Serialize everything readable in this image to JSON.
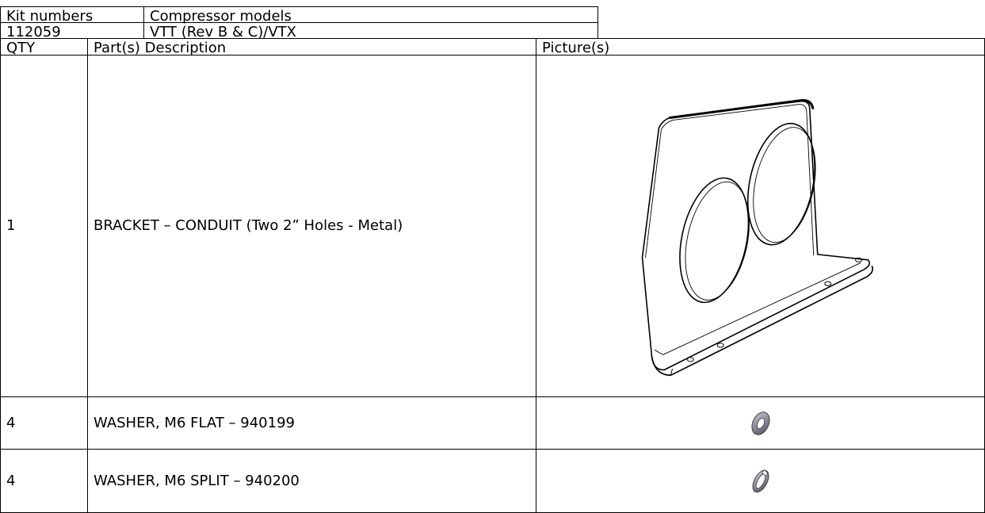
{
  "kit_table": {
    "header": {
      "kit_numbers": "Kit numbers",
      "compressor_models": "Compressor models"
    },
    "row": {
      "kit_number": "112059",
      "compressor_model": "VTT (Rev B & C)/VTX"
    }
  },
  "parts_table": {
    "headers": {
      "qty": "QTY",
      "description": "Part(s) Description",
      "pictures": "Picture(s)"
    },
    "rows": [
      {
        "qty": "1",
        "description": "BRACKET – CONDUIT (Two 2” Holes - Metal)",
        "picture": "conduit-bracket-drawing"
      },
      {
        "qty": "4",
        "description": "WASHER, M6 FLAT – 940199",
        "picture": "flat-washer"
      },
      {
        "qty": "4",
        "description": "WASHER, M6 SPLIT – 940200",
        "picture": "split-washer"
      }
    ]
  }
}
